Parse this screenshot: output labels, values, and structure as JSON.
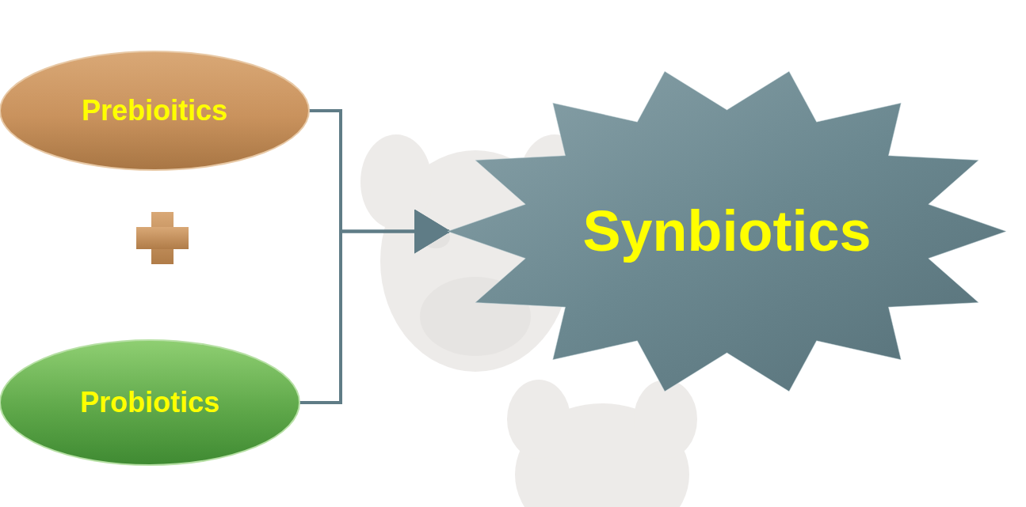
{
  "diagram": {
    "nodes": [
      {
        "text": [
          "Prebioitics"
        ]
      },
      {
        "text": [
          "Probiotics"
        ]
      },
      {
        "text": [
          "Synbiotics"
        ]
      }
    ],
    "edges": [
      {
        "from": 0,
        "to": 2,
        "arrow": "to"
      },
      {
        "from": 1,
        "to": 2,
        "arrow": "to"
      }
    ]
  }
}
